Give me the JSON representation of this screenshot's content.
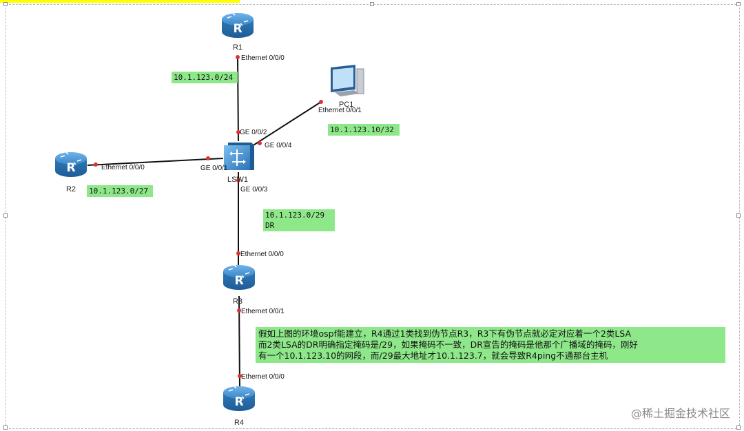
{
  "devices": {
    "r1": {
      "name": "R1"
    },
    "r2": {
      "name": "R2"
    },
    "r3": {
      "name": "R3"
    },
    "r4": {
      "name": "R4"
    },
    "lsw1": {
      "name": "LSW1"
    },
    "pc1": {
      "name": "PC1"
    }
  },
  "ports": {
    "r1_eth": "Ethernet 0/0/0",
    "sw_ge2": "GE 0/0/2",
    "pc_eth": "Ethernet 0/0/1",
    "sw_ge4": "GE 0/0/4",
    "r2_eth": "Ethernet 0/0/0",
    "sw_ge1": "GE 0/0/1",
    "sw_ge3": "GE 0/0/3",
    "r3_eth0": "Ethernet 0/0/0",
    "r3_eth1": "Ethernet 0/0/1",
    "r4_eth": "Ethernet 0/0/0"
  },
  "notes": {
    "r1_net": "10.1.123.0/24",
    "pc_net": "10.1.123.10/32",
    "r2_net": "10.1.123.0/27",
    "r3_net": "10.1.123.0/29\nDR"
  },
  "description": "假如上图的环境ospf能建立，R4通过1类找到伪节点R3，R3下有伪节点就必定对应着一个2类LSA\n而2类LSA的DR明确指定掩码是/29，如果掩码不一致，DR宣告的掩码是他那个广播域的掩码，刚好\n有一个10.1.123.10的网段，而/29最大地址才10.1.123.7，就会导致R4ping不通那台主机",
  "watermark": "@稀土掘金技术社区",
  "colors": {
    "router": "#3a86c8",
    "note_bg": "#8ee88a",
    "port_dot": "#e03030",
    "link": "#111111"
  }
}
